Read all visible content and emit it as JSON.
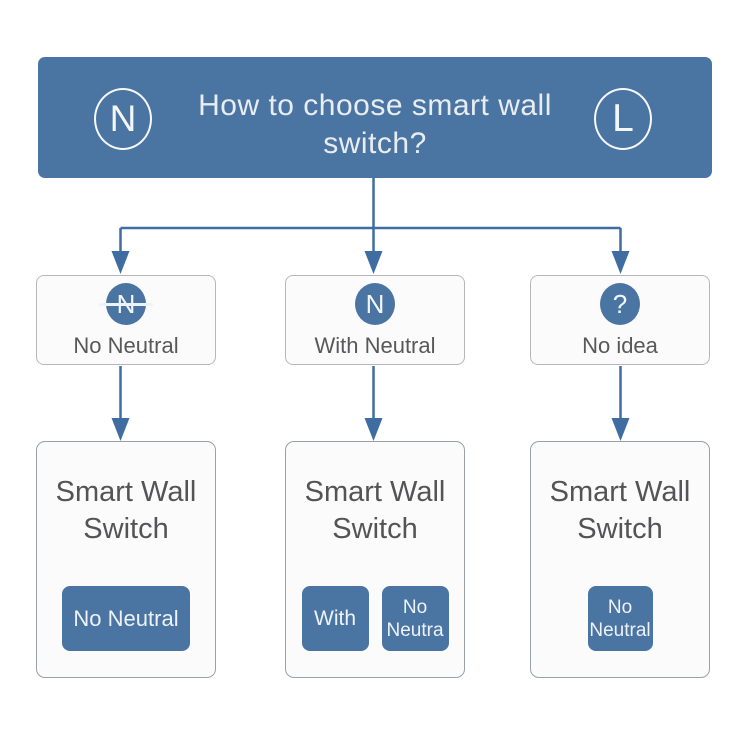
{
  "colors": {
    "primary_blue": "#4a75a3",
    "connector_blue": "#3f6da1",
    "box_fill": "#fbfbfb",
    "branch_border": "#b5b8ba",
    "product_border": "#9aa0a5",
    "label_text": "#58585a",
    "button_text": "#eef2f7",
    "header_text": "#e9edf2"
  },
  "header": {
    "left_badge": "N",
    "right_badge": "L",
    "title_line1": "How to choose smart wall",
    "title_line2": "switch?"
  },
  "branches": [
    {
      "icon": "N",
      "icon_name": "no-neutral-icon",
      "strikethrough": true,
      "label": "No Neutral"
    },
    {
      "icon": "N",
      "icon_name": "neutral-icon",
      "strikethrough": false,
      "label": "With Neutral"
    },
    {
      "icon": "?",
      "icon_name": "question-icon",
      "strikethrough": false,
      "label": "No idea"
    }
  ],
  "products": [
    {
      "title_line1": "Smart Wall",
      "title_line2": "Switch",
      "buttons": [
        {
          "lines": [
            "No Neutral"
          ]
        }
      ]
    },
    {
      "title_line1": "Smart Wall",
      "title_line2": "Switch",
      "buttons": [
        {
          "lines": [
            "With"
          ]
        },
        {
          "lines": [
            "No",
            "Neutra"
          ]
        }
      ]
    },
    {
      "title_line1": "Smart Wall",
      "title_line2": "Switch",
      "buttons": [
        {
          "lines": [
            "No",
            "Neutral"
          ]
        }
      ]
    }
  ]
}
